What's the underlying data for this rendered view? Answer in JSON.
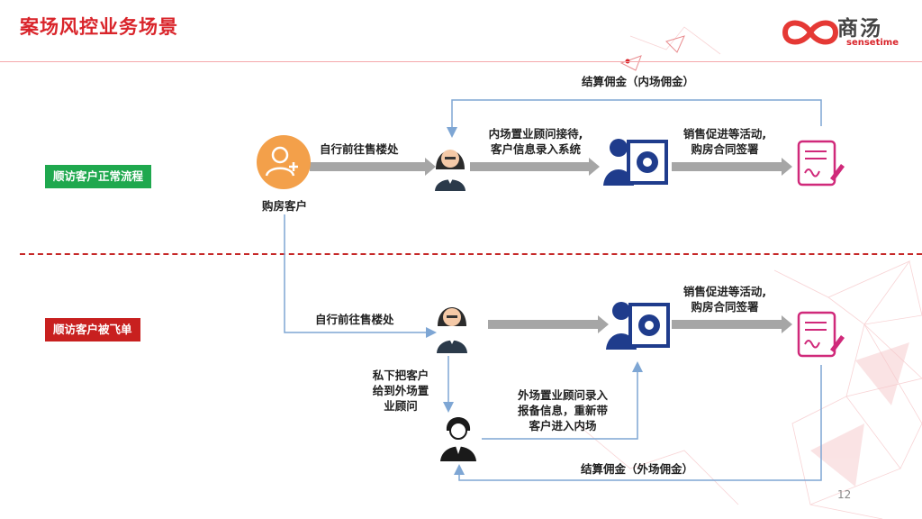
{
  "title": "案场风控业务场景",
  "logo": {
    "name": "商汤",
    "sub": "sensetime"
  },
  "page_number": "12",
  "normal_flow": {
    "tag": "顺访客户正常流程",
    "customer_label": "购房客户",
    "step1": "自行前往售楼处",
    "step2": [
      "内场置业顾问接待,",
      "客户信息录入系统"
    ],
    "step3": [
      "销售促进等活动,",
      "购房合同签署"
    ],
    "commission": "结算佣金（内场佣金）"
  },
  "stolen_flow": {
    "tag": "顺访客户被飞单",
    "step1": "自行前往售楼处",
    "private": [
      "私下把客户",
      "给到外场置",
      "业顾问"
    ],
    "external": [
      "外场置业顾问录入",
      "报备信息，重新带",
      "客户进入内场"
    ],
    "step3": [
      "销售促进等活动,",
      "购房合同签署"
    ],
    "commission": "结算佣金（外场佣金）"
  },
  "colors": {
    "title_red": "#d9242a",
    "tag_green": "#1fa84e",
    "tag_red": "#c8201f",
    "customer_orange": "#f3a04a",
    "system_navy": "#1f3c8c",
    "contract_pink": "#d0297a",
    "connector_blue": "#7ea6d4",
    "arrow_grey": "#a6a6a6"
  }
}
